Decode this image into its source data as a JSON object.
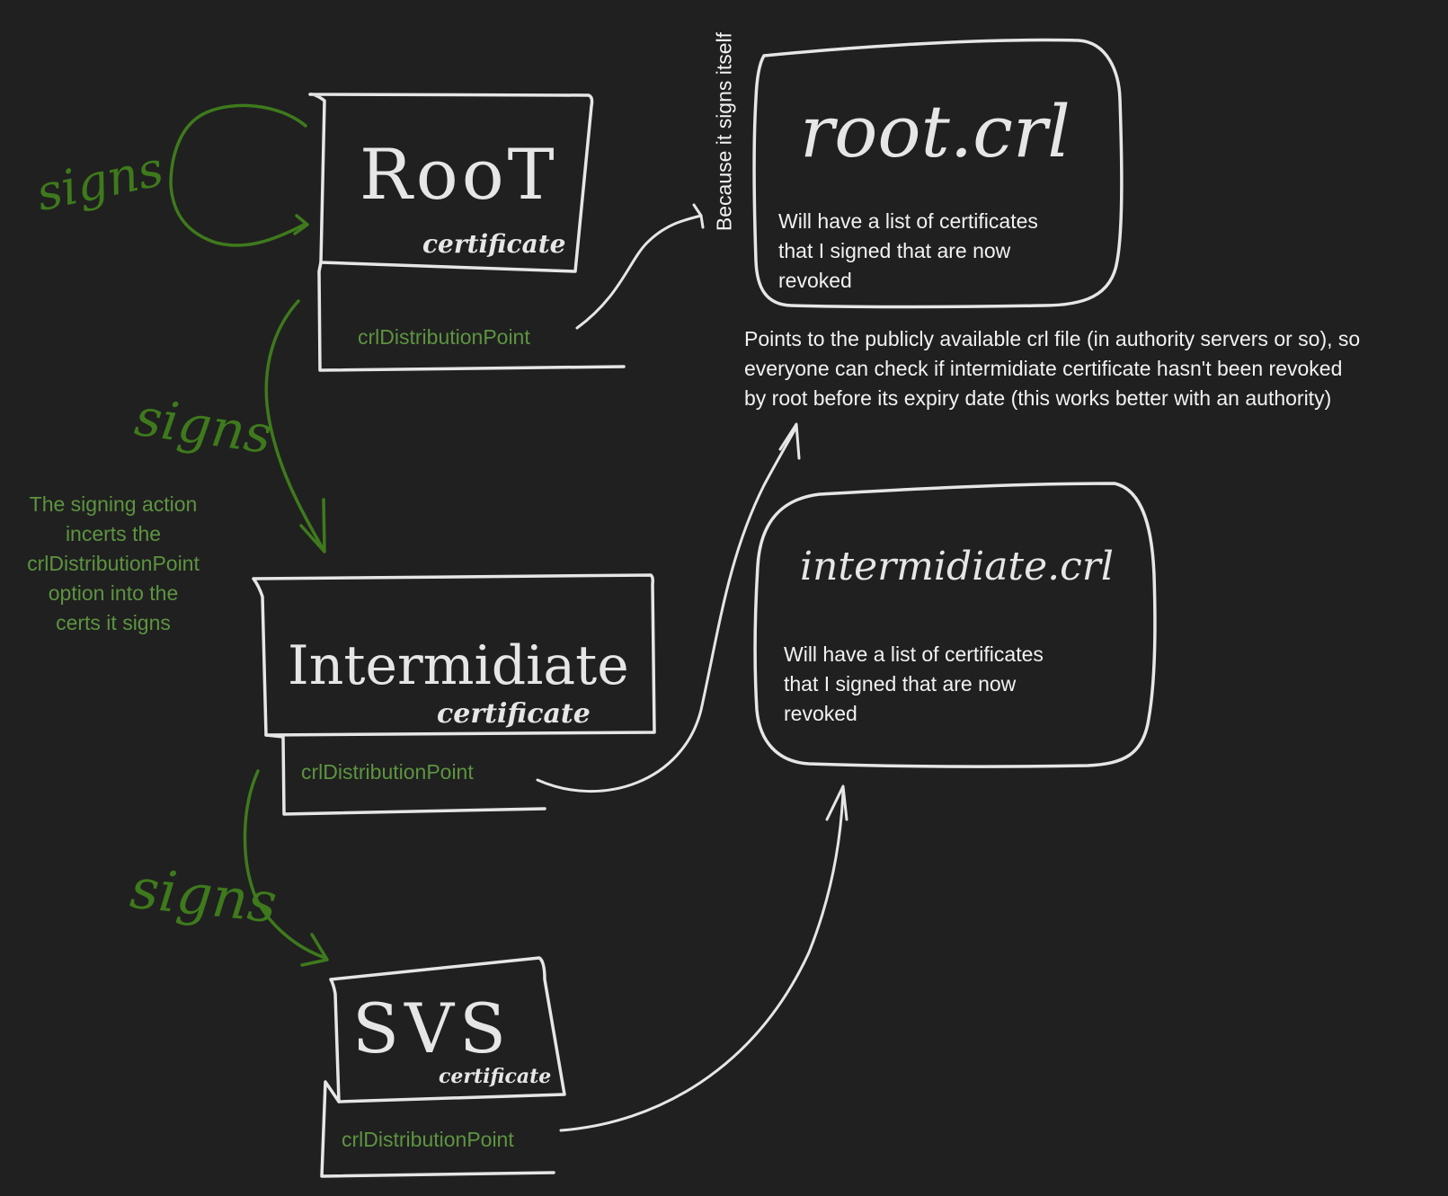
{
  "colors": {
    "background": "#202020",
    "ink": "#e6e6e6",
    "green_ink": "#3e7a1c",
    "green_text": "#5d9440"
  },
  "certs": {
    "root": {
      "title": "RooT",
      "subtitle": "certificate",
      "field": "crlDistributionPoint"
    },
    "intermediate": {
      "title": "Intermidiate",
      "subtitle": "certificate",
      "field": "crlDistributionPoint"
    },
    "svs": {
      "title": "SVS",
      "subtitle": "certificate",
      "field": "crlDistributionPoint"
    }
  },
  "crls": {
    "root": {
      "title": "root.crl",
      "description": [
        "Will have a list of certificates",
        "that I signed that are now",
        "revoked"
      ]
    },
    "intermediate": {
      "title": "intermidiate.crl",
      "description": [
        "Will have a list of certificates",
        "that I signed that are now",
        "revoked"
      ]
    }
  },
  "annotations": {
    "self_sign": "Because it signs itself",
    "points_to": [
      "Points to the publicly available crl file (in authority servers or so), so",
      "everyone can check if intermidiate certificate hasn't been revoked",
      "by root before its expiry date (this works better with an authority)"
    ],
    "signing_action": [
      "The signing action",
      "incerts the",
      "crlDistributionPoint",
      "option into the",
      "certs it signs"
    ],
    "signs_label": "signs"
  }
}
